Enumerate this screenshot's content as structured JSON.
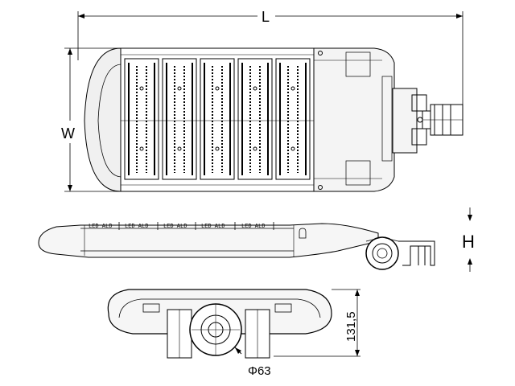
{
  "drawing": {
    "dimension_labels": {
      "length": "L",
      "width": "W",
      "height": "H",
      "side_height": "131,5",
      "pole_diameter": "Φ63"
    },
    "led_modules": 5,
    "colors": {
      "line": "#000000",
      "shade": "#d8d8d8",
      "background": "#ffffff"
    }
  }
}
